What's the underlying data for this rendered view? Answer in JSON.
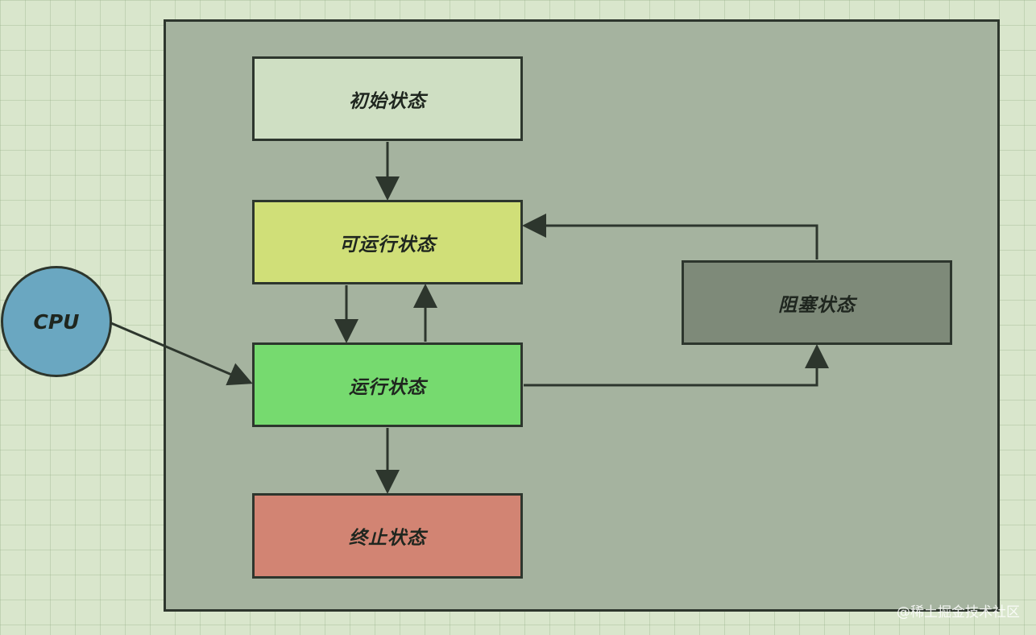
{
  "states": {
    "initial": {
      "label": "初始状态",
      "color": "#cfdfc3"
    },
    "runnable": {
      "label": "可运行状态",
      "color": "#d0df78"
    },
    "running": {
      "label": "运行状态",
      "color": "#76da6f"
    },
    "terminated": {
      "label": "终止状态",
      "color": "#d28473"
    },
    "blocked": {
      "label": "阻塞状态",
      "color": "#7e8a79"
    }
  },
  "cpu": {
    "label": "CPU",
    "color": "#6aa7c1"
  },
  "watermark": "@稀土掘金技术社区",
  "colors": {
    "background": "#d9e6cc",
    "frame": "#a5b39f",
    "line": "#2d362d"
  }
}
